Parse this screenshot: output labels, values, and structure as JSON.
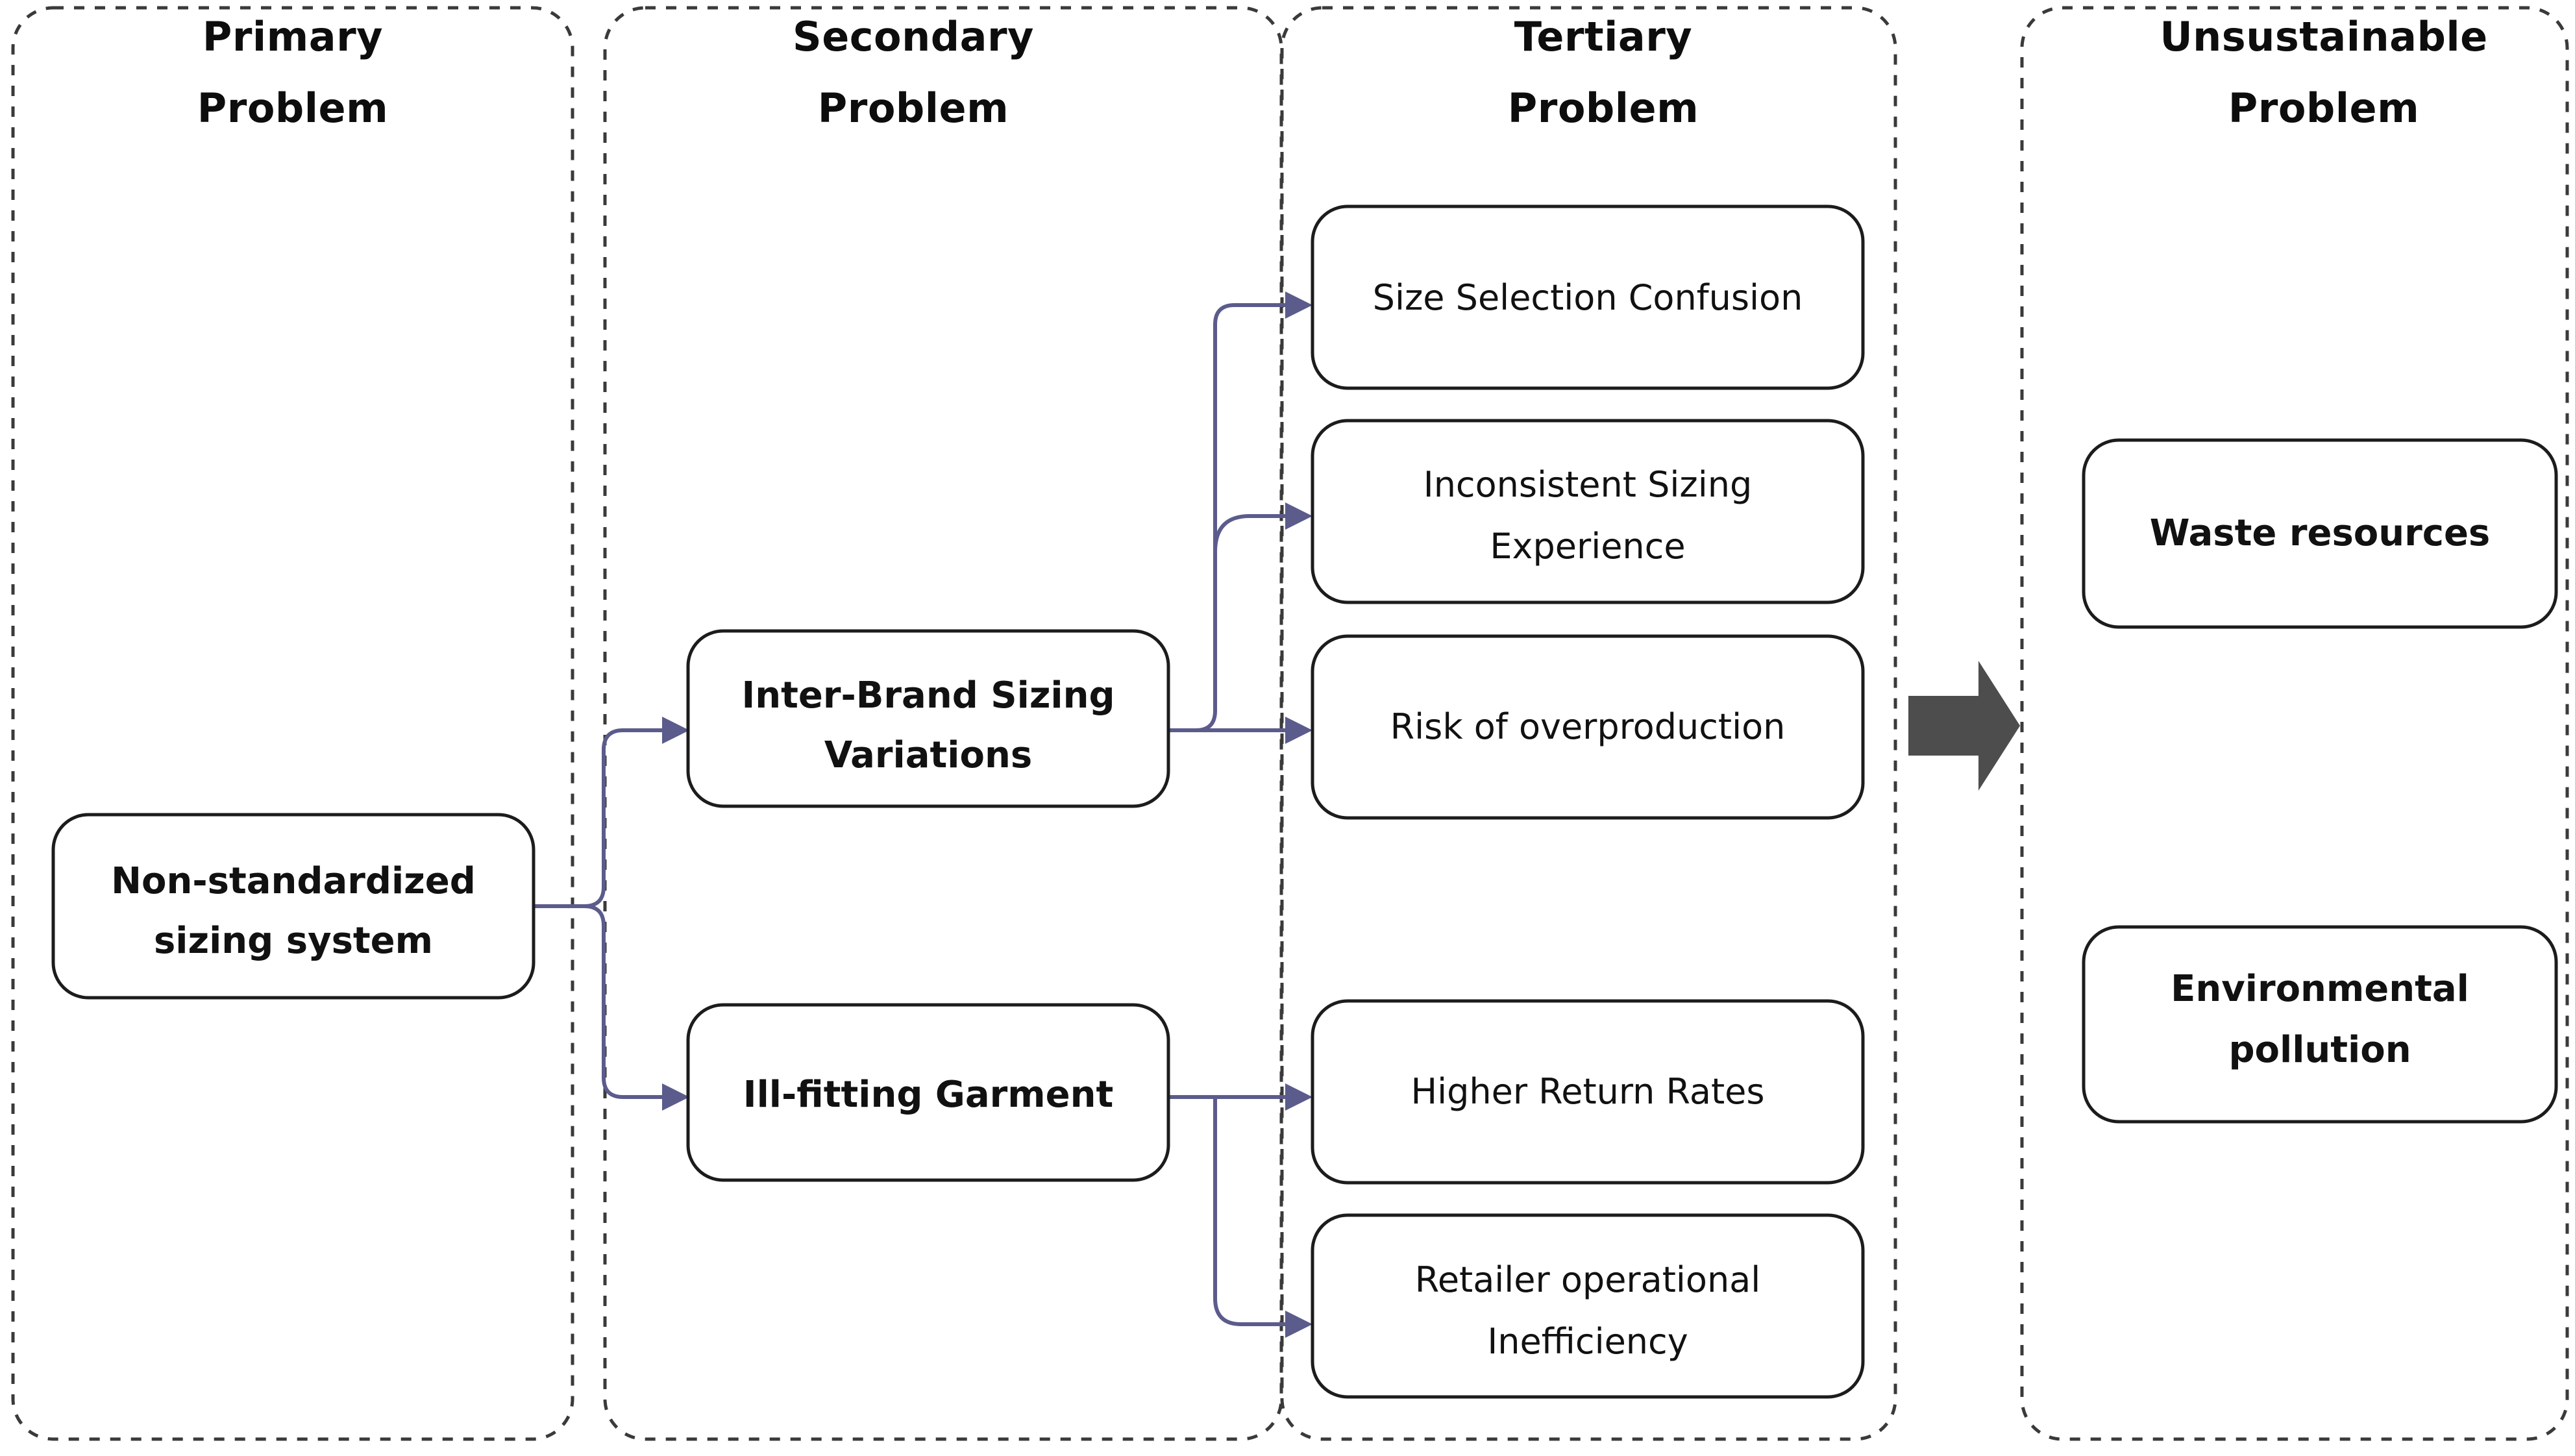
{
  "diagram": {
    "type": "problem-tree-flowchart",
    "orientation": "left-to-right",
    "accent_connector_color": "#5b5b8c",
    "node_border_color": "#1c1c1c",
    "lane_border_color": "#3a3a3a",
    "big_arrow_color": "#4d4d4d",
    "background_color": "#ffffff"
  },
  "lanes": [
    {
      "id": "primary",
      "title_line1": "Primary",
      "title_line2": "Problem"
    },
    {
      "id": "secondary",
      "title_line1": "Secondary",
      "title_line2": "Problem"
    },
    {
      "id": "tertiary",
      "title_line1": "Tertiary",
      "title_line2": "Problem"
    },
    {
      "id": "unsustainable",
      "title_line1": "Unsustainable",
      "title_line2": "Problem"
    }
  ],
  "nodes": {
    "primary": [
      {
        "id": "non-standardized-sizing-system",
        "line1": "Non-standardized",
        "line2": "sizing system",
        "bold": true
      }
    ],
    "secondary": [
      {
        "id": "inter-brand-sizing-variations",
        "line1": "Inter-Brand Sizing",
        "line2": "Variations",
        "bold": true
      },
      {
        "id": "ill-fitting-garment",
        "line1": "Ill-fitting Garment",
        "line2": "",
        "bold": true
      }
    ],
    "tertiary": [
      {
        "id": "size-selection-confusion",
        "line1": "Size Selection Confusion",
        "line2": "",
        "bold": false
      },
      {
        "id": "inconsistent-sizing-experience",
        "line1": "Inconsistent Sizing",
        "line2": "Experience",
        "bold": false
      },
      {
        "id": "risk-of-overproduction",
        "line1": "Risk of overproduction",
        "line2": "",
        "bold": false
      },
      {
        "id": "higher-return-rates",
        "line1": "Higher Return Rates",
        "line2": "",
        "bold": false
      },
      {
        "id": "retailer-operational-inefficiency",
        "line1": "Retailer operational",
        "line2": "Inefficiency",
        "bold": false
      }
    ],
    "unsustainable": [
      {
        "id": "waste-resources",
        "line1": "Waste resources",
        "line2": "",
        "bold": true
      },
      {
        "id": "environmental-pollution",
        "line1": "Environmental",
        "line2": "pollution",
        "bold": true
      }
    ]
  },
  "edges": [
    {
      "from": "non-standardized-sizing-system",
      "to": "inter-brand-sizing-variations"
    },
    {
      "from": "non-standardized-sizing-system",
      "to": "ill-fitting-garment"
    },
    {
      "from": "inter-brand-sizing-variations",
      "to": "size-selection-confusion"
    },
    {
      "from": "inter-brand-sizing-variations",
      "to": "inconsistent-sizing-experience"
    },
    {
      "from": "inter-brand-sizing-variations",
      "to": "risk-of-overproduction"
    },
    {
      "from": "ill-fitting-garment",
      "to": "higher-return-rates"
    },
    {
      "from": "ill-fitting-garment",
      "to": "retailer-operational-inefficiency"
    },
    {
      "from": "tertiary-lane",
      "to": "unsustainable-lane",
      "style": "block-arrow"
    }
  ]
}
